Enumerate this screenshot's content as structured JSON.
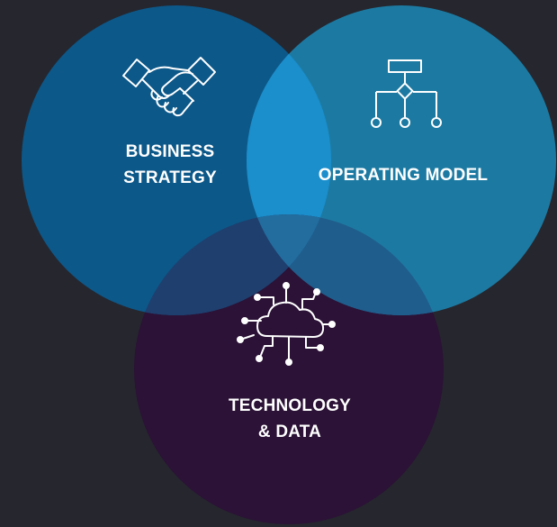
{
  "diagram": {
    "background": "#26262e",
    "circles": [
      {
        "key": "business",
        "lines": [
          "BUSINESS",
          "STRATEGY"
        ],
        "icon": "handshake-icon",
        "color": "#0a5a8c"
      },
      {
        "key": "operating",
        "lines": [
          "OPERATING MODEL"
        ],
        "icon": "org-chart-icon",
        "color": "#1a7faa"
      },
      {
        "key": "technology",
        "lines": [
          "TECHNOLOGY",
          "& DATA"
        ],
        "icon": "cloud-network-icon",
        "color": "#2c1236"
      }
    ]
  }
}
